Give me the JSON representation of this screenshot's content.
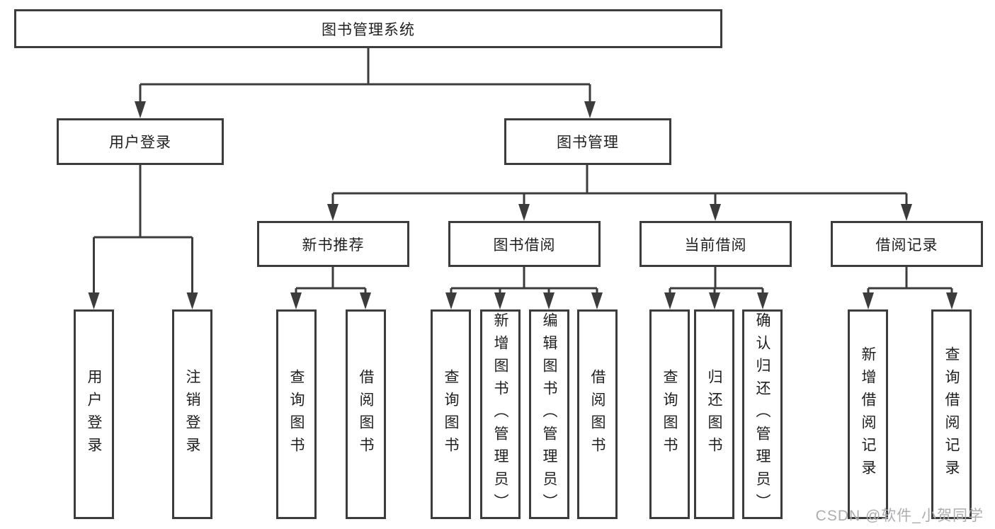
{
  "diagram": {
    "title": "图书管理系统",
    "root": {
      "label": "图书管理系统"
    },
    "branches": [
      {
        "label": "用户登录",
        "children": [
          {
            "label": "用户登录"
          },
          {
            "label": "注销登录"
          }
        ]
      },
      {
        "label": "图书管理",
        "children": [
          {
            "label": "新书推荐",
            "children": [
              {
                "label": "查询图书"
              },
              {
                "label": "借阅图书"
              }
            ]
          },
          {
            "label": "图书借阅",
            "children": [
              {
                "label": "查询图书"
              },
              {
                "label": "新增图书（管理员）"
              },
              {
                "label": "编辑图书（管理员）"
              },
              {
                "label": "借阅图书"
              }
            ]
          },
          {
            "label": "当前借阅",
            "children": [
              {
                "label": "查询图书"
              },
              {
                "label": "归还图书"
              },
              {
                "label": "确认归还（管理员）"
              }
            ]
          },
          {
            "label": "借阅记录",
            "children": [
              {
                "label": "新增借阅记录"
              },
              {
                "label": "查询借阅记录"
              }
            ]
          }
        ]
      }
    ]
  },
  "watermark": {
    "text": "CSDN @软件_小贺同学"
  },
  "colors": {
    "line": "#3c3c3c",
    "text": "#1f1f1f",
    "watermark": "#adadb0",
    "background": "#ffffff",
    "box_fill": "#ffffff"
  }
}
